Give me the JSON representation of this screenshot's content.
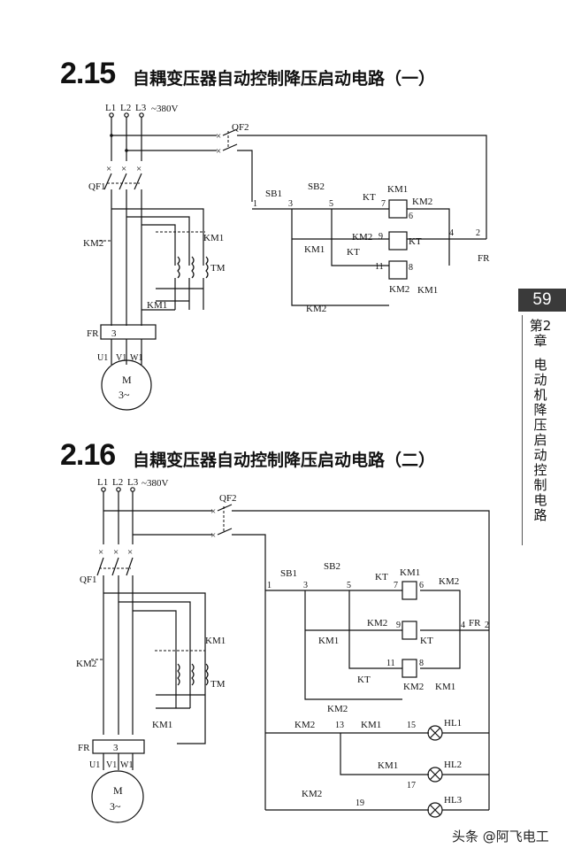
{
  "sections": [
    {
      "number": "2.15",
      "title": "自耦变压器自动控制降压启动电路（一）"
    },
    {
      "number": "2.16",
      "title": "自耦变压器自动控制降压启动电路（二）"
    }
  ],
  "sidebar": {
    "page_number": "59",
    "chapter": "第2章",
    "chapter_title": "电动机降压启动控制电路"
  },
  "watermark": "头条 @阿飞电工",
  "diagram1": {
    "voltage": "~380V",
    "phases": [
      "L1",
      "L2",
      "L3"
    ],
    "qf1": "QF1",
    "qf2": "QF2",
    "km2": "KM2",
    "km1": "KM1",
    "tm": "TM",
    "fr": "FR",
    "fr_num": "3",
    "terminals": [
      "U1",
      "V1",
      "W1"
    ],
    "motor": "M",
    "motor_type": "3~",
    "sb1": "SB1",
    "sb2": "SB2",
    "kt": "KT",
    "nodes": [
      "1",
      "3",
      "5",
      "7",
      "6",
      "9",
      "11",
      "8",
      "4",
      "2"
    ]
  },
  "diagram2": {
    "voltage": "~380V",
    "phases": [
      "L1",
      "L2",
      "L3"
    ],
    "qf1": "QF1",
    "qf2": "QF2",
    "km2": "KM2",
    "km1": "KM1",
    "tm": "TM",
    "fr": "FR",
    "fr_num": "3",
    "terminals": [
      "U1",
      "V1",
      "W1"
    ],
    "motor": "M",
    "motor_type": "3~",
    "sb1": "SB1",
    "sb2": "SB2",
    "kt": "KT",
    "nodes": [
      "1",
      "3",
      "5",
      "7",
      "6",
      "9",
      "4",
      "2",
      "11",
      "8",
      "13",
      "15",
      "17",
      "19"
    ],
    "lamps": [
      "HL1",
      "HL2",
      "HL3"
    ]
  }
}
